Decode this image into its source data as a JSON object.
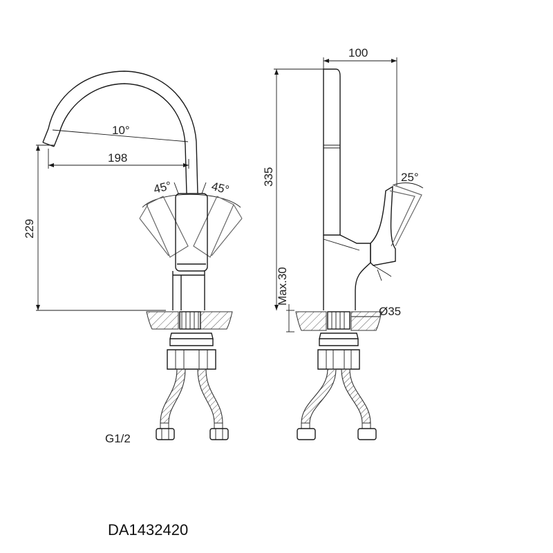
{
  "drawing": {
    "model_number": "DA1432420",
    "front_view": {
      "spout_angle": "10°",
      "spout_reach": "198",
      "height": "229",
      "handle_angle_left": "45°",
      "handle_angle_right": "45°",
      "thread": "G1/2"
    },
    "side_view": {
      "depth": "100",
      "total_height": "335",
      "handle_angle": "25°",
      "max_deck_thickness": "Max.30",
      "hole_diameter": "Ø35"
    }
  }
}
